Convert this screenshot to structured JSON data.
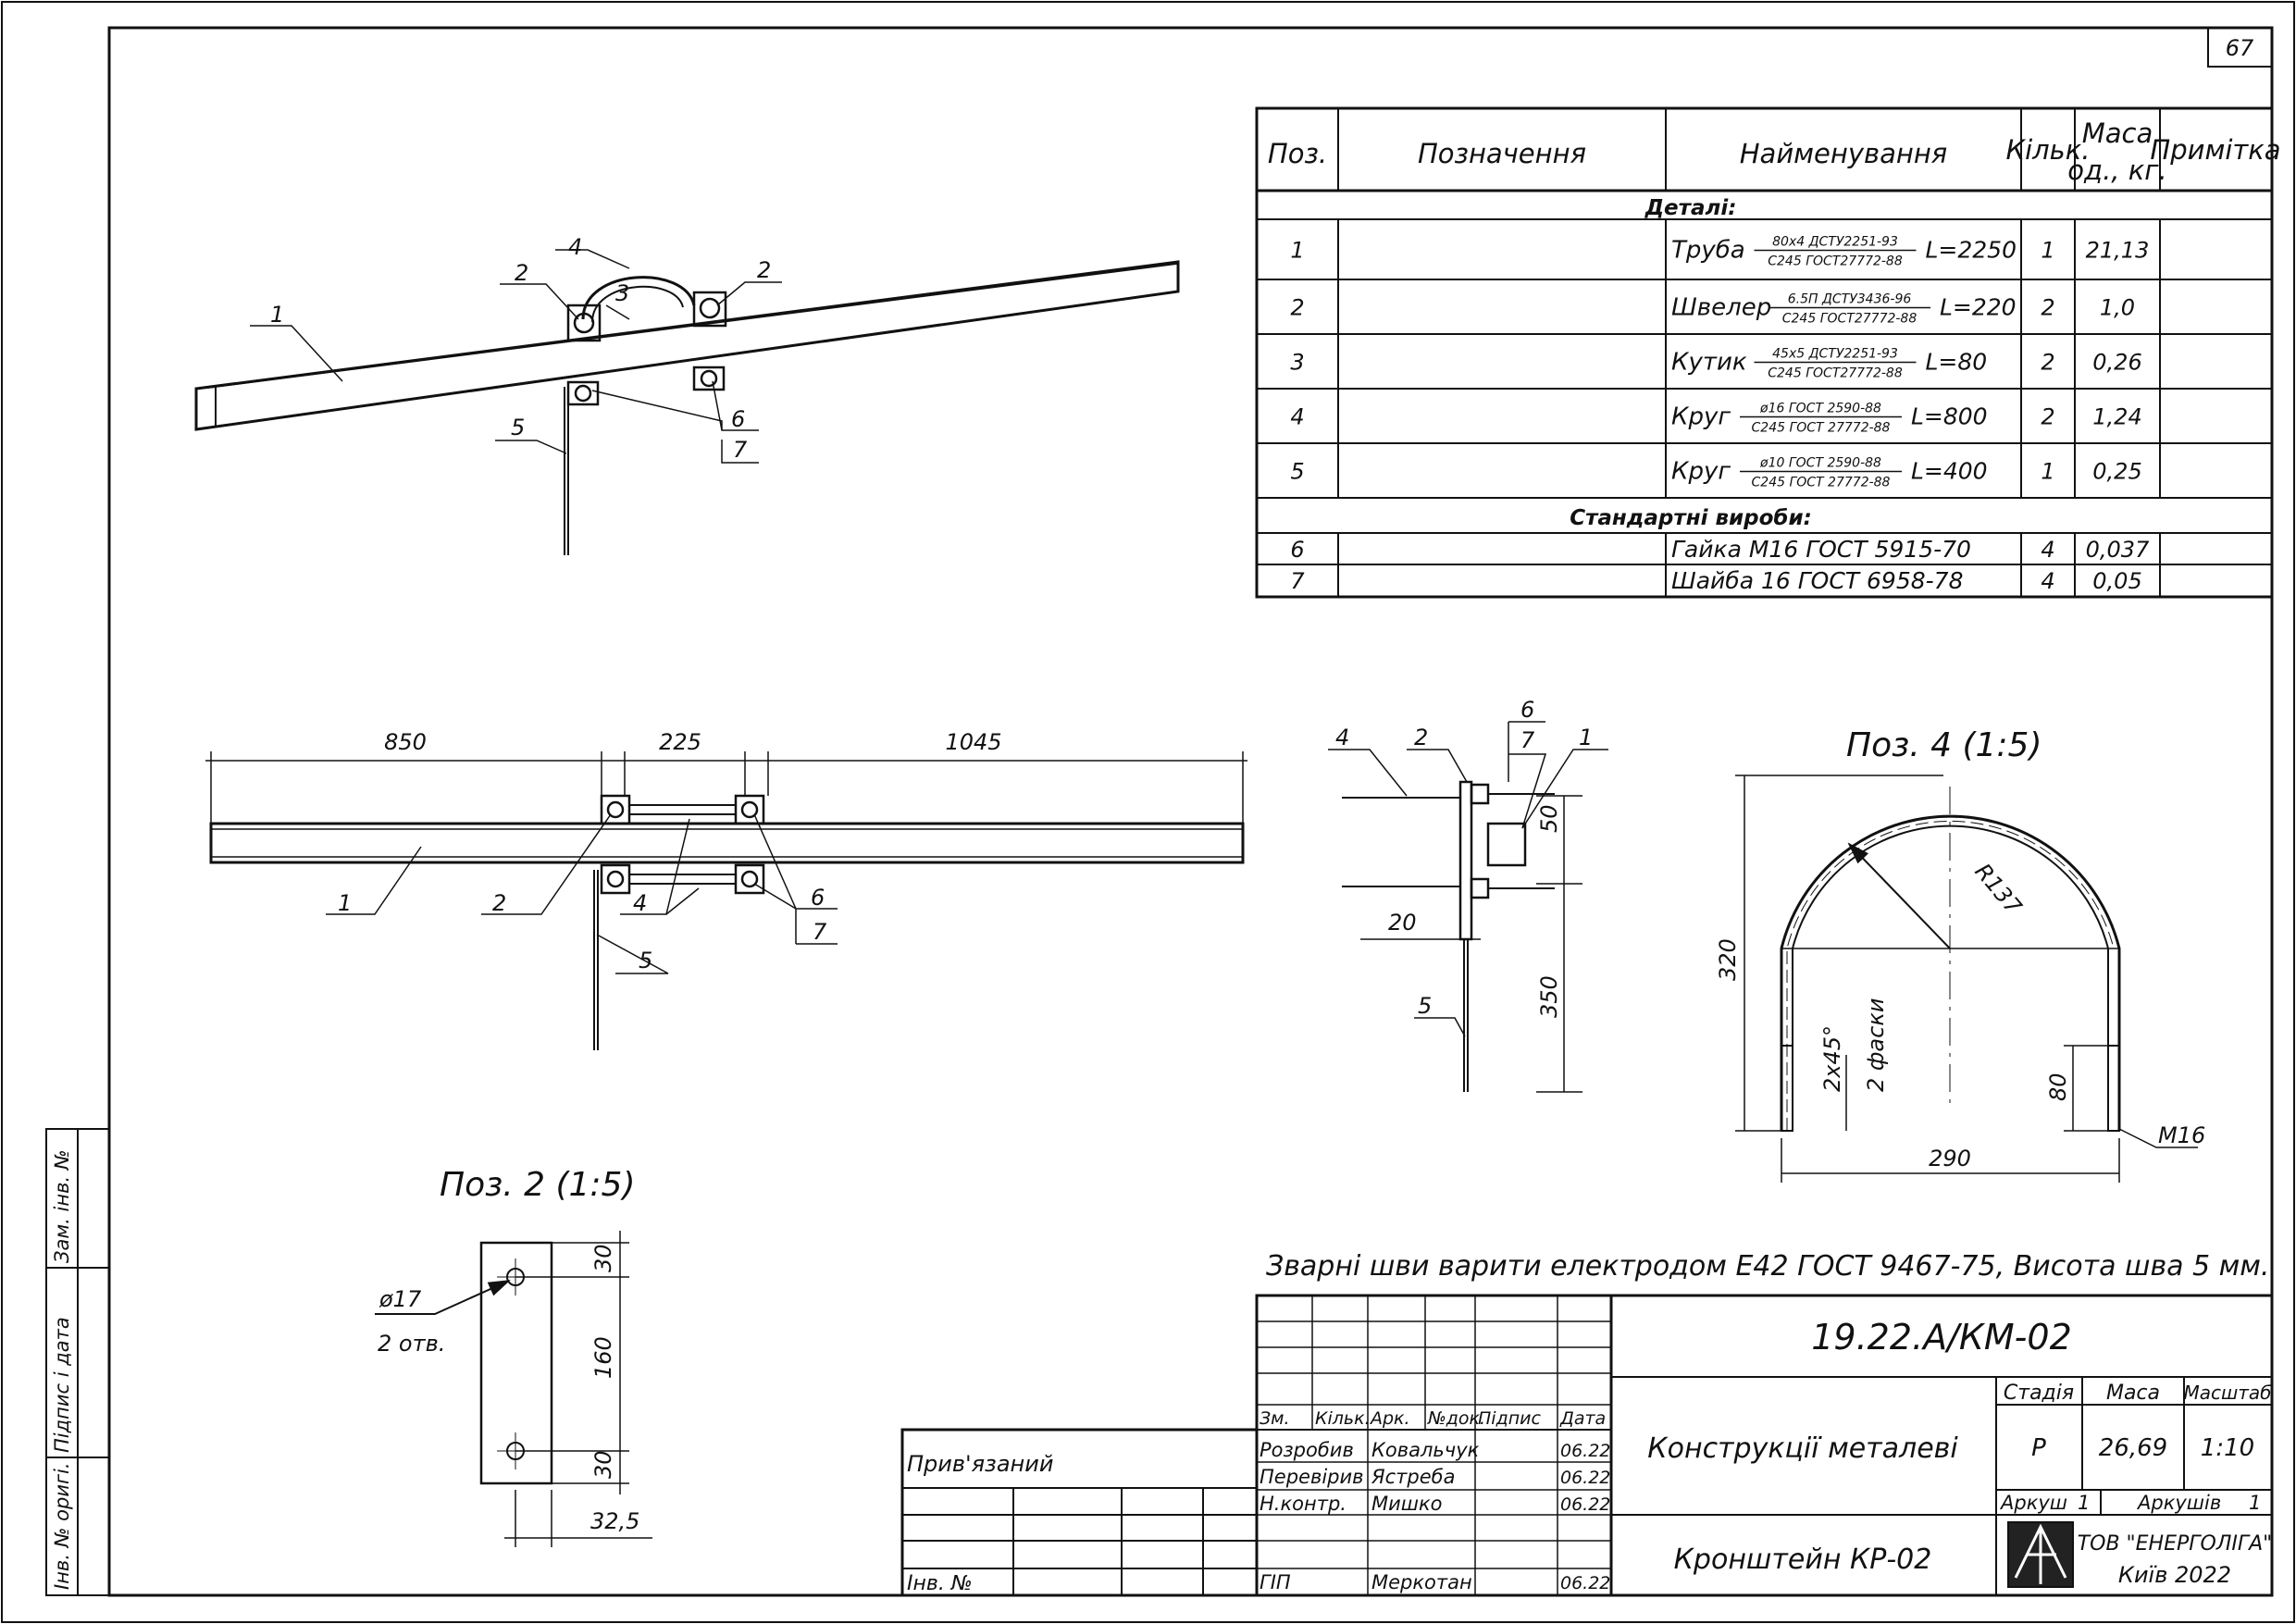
{
  "sheet_number": "67",
  "spec_table": {
    "headers": {
      "pos": "Поз.",
      "designation": "Позначення",
      "name": "Найменування",
      "qty": "Кільк.",
      "mass_line1": "Маса",
      "mass_line2": "од., кг.",
      "note": "Примітка"
    },
    "section_details": "Деталі:",
    "section_standard": "Стандартні вироби:",
    "rows": [
      {
        "pos": "1",
        "name": "Труба",
        "frac_top": "80х4 ДСТУ2251-93",
        "frac_bottom": "С245 ГОСТ27772-88",
        "length": "L=2250",
        "qty": "1",
        "mass": "21,13"
      },
      {
        "pos": "2",
        "name": "Швелер",
        "frac_top": "6.5П ДСТУ3436-96",
        "frac_bottom": "С245 ГОСТ27772-88",
        "length": "L=220",
        "qty": "2",
        "mass": "1,0"
      },
      {
        "pos": "3",
        "name": "Кутик",
        "frac_top": "45х5 ДСТУ2251-93",
        "frac_bottom": "С245 ГОСТ27772-88",
        "length": "L=80",
        "qty": "2",
        "mass": "0,26"
      },
      {
        "pos": "4",
        "name": "Круг",
        "frac_top": "ø16 ГОСТ 2590-88",
        "frac_bottom": "С245 ГОСТ 27772-88",
        "length": "L=800",
        "qty": "2",
        "mass": "1,24"
      },
      {
        "pos": "5",
        "name": "Круг",
        "frac_top": "ø10 ГОСТ 2590-88",
        "frac_bottom": "С245 ГОСТ 27772-88",
        "length": "L=400",
        "qty": "1",
        "mass": "0,25"
      }
    ],
    "std_rows": [
      {
        "pos": "6",
        "name": "Гайка М16 ГОСТ 5915-70",
        "qty": "4",
        "mass": "0,037"
      },
      {
        "pos": "7",
        "name": "Шайба 16 ГОСТ 6958-78",
        "qty": "4",
        "mass": "0,05"
      }
    ]
  },
  "iso_view": {
    "labels": [
      "1",
      "2",
      "2",
      "3",
      "4",
      "5",
      "6",
      "7"
    ]
  },
  "front_view": {
    "dims": [
      "850",
      "225",
      "1045"
    ],
    "labels": [
      "1",
      "2",
      "4",
      "5",
      "6",
      "7"
    ]
  },
  "side_view": {
    "labels": [
      "4",
      "2",
      "6",
      "7",
      "1",
      "5"
    ],
    "dims": [
      "50",
      "20",
      "350"
    ]
  },
  "pos4_view": {
    "title": "Поз. 4 (1:5)",
    "radius": "R137",
    "height": "320",
    "chamfer_1": "2х45°",
    "chamfer_2": "2 фаски",
    "thread_len": "80",
    "width": "290",
    "thread": "М16"
  },
  "pos2_view": {
    "title": "Поз. 2 (1:5)",
    "hole": "ø17",
    "holes_count": "2 отв.",
    "dims": [
      "30",
      "160",
      "30"
    ],
    "width": "32,5"
  },
  "note": "Зварні шви варити електродом Е42 ГОСТ 9467-75, Висота шва 5 мм.",
  "left_stamp": {
    "inv_zam": "Зам. інв. №",
    "sign_date": "Підпис і дата",
    "inv_orig": "Інв. № оригі."
  },
  "bind_block": {
    "attached": "Прив'язаний",
    "inv": "Інв. №"
  },
  "title_block": {
    "doc_code": "19.22.А/КМ-02",
    "title": "Конструкції металеві",
    "part_name": "Кронштейн КР-02",
    "stage_label": "Стадія",
    "mass_label": "Маса",
    "scale_label": "Масштаб",
    "stage": "Р",
    "mass": "26,69",
    "scale": "1:10",
    "sheet_label": "Аркуш",
    "sheet": "1",
    "sheets_label": "Аркушів",
    "sheets": "1",
    "company": "ТОВ \"ЕНЕРГОЛІГА\"",
    "city": "Київ 2022",
    "rev_headers": [
      "Зм.",
      "Кільк.",
      "Арк.",
      "№док.",
      "Підпис",
      "Дата"
    ],
    "signers": [
      {
        "role": "Розробив",
        "name": "Ковальчук",
        "date": "06.22"
      },
      {
        "role": "Перевірив",
        "name": "Ястреба",
        "date": "06.22"
      },
      {
        "role": "Н.контр.",
        "name": "Мишко",
        "date": "06.22"
      },
      {
        "role": "ГІП",
        "name": "Меркотан",
        "date": "06.22"
      }
    ]
  }
}
